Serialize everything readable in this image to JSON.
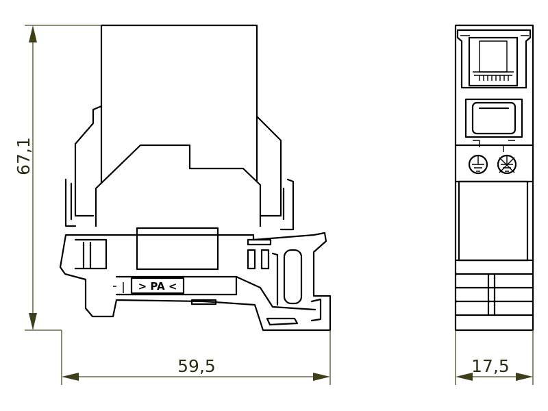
{
  "dimensions": {
    "height": "67,1",
    "width_front": "59,5",
    "width_side": "17,5"
  },
  "front_view": {
    "marking": "> PA <"
  },
  "colors": {
    "line": "#000000",
    "dimension": "#3f3f1c",
    "background": "#ffffff"
  },
  "icons": [
    "earth-ground-icon",
    "crossed-earth-icon"
  ]
}
